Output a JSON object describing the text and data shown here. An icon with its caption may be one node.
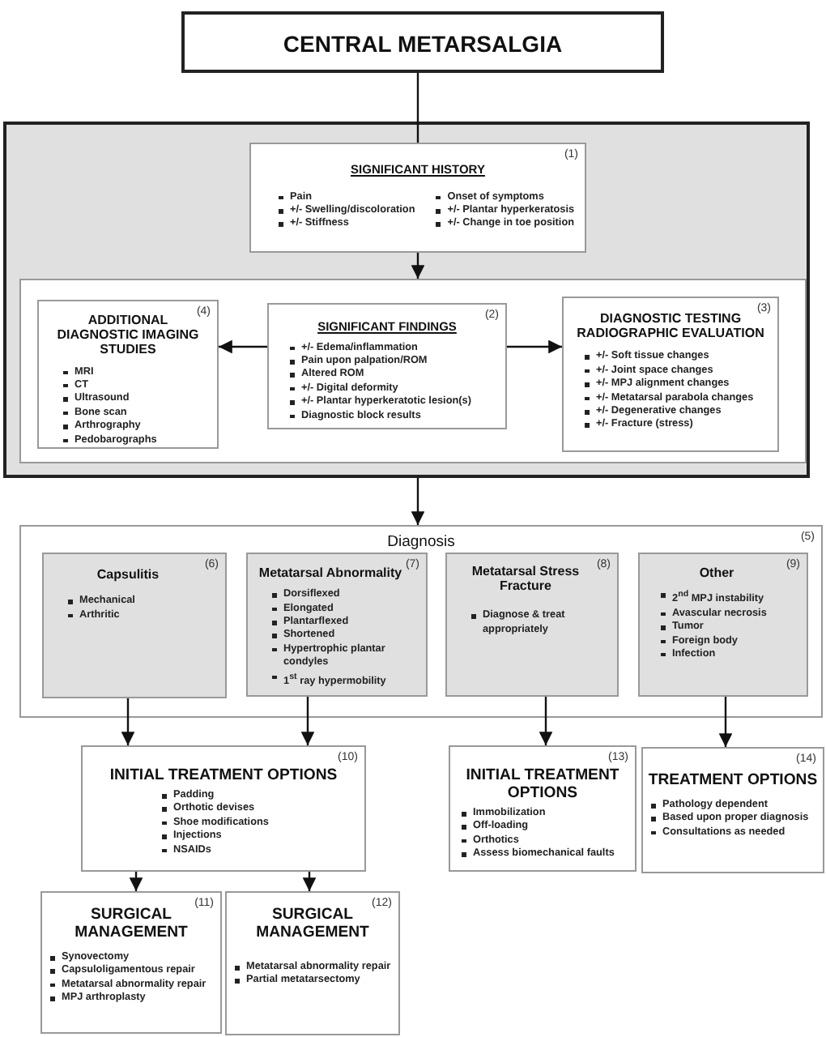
{
  "diagram": {
    "nodes": [
      {
        "text": [
          "CENTRAL METARSALGIA"
        ]
      },
      {
        "text": [],
        "shape": "box"
      },
      {
        "text": [
          "SIGNIFICANT HISTORY",
          "(1)",
          "Pain",
          "+/- Swelling/discoloration",
          "+/- Stiffness",
          "Onset of symptoms",
          "+/- Plantar hyperkeratosis",
          "+/- Change in toe position"
        ],
        "in": 1
      },
      {
        "text": [],
        "shape": "box",
        "in": 1
      },
      {
        "text": [
          "ADDITIONAL DIAGNOSTIC IMAGING STUDIES",
          "(4)",
          "MRI",
          "CT",
          "Ultrasound",
          "Bone scan",
          "Arthrography",
          "Pedobarographs"
        ],
        "in": 3
      },
      {
        "text": [
          "SIGNIFICANT FINDINGS",
          "(2)",
          "+/- Edema/inflammation",
          "Pain upon palpation/ROM",
          "Altered ROM",
          "+/- Digital deformity",
          "+/- Plantar hyperkeratotic lesion(s)",
          "Diagnostic block results"
        ],
        "in": 3
      },
      {
        "text": [
          "DIAGNOSTIC TESTING RADIOGRAPHIC EVALUATION",
          "(3)",
          "+/- Soft tissue changes",
          "+/- Joint space changes",
          "+/- MPJ alignment changes",
          "+/- Metatarsal parabola changes",
          "+/- Degenerative changes",
          "+/- Fracture (stress)"
        ],
        "in": 3
      },
      {
        "text": [
          "Diagnosis",
          "(5)"
        ]
      },
      {
        "text": [
          "Capsulitis",
          "(6)",
          "Mechanical",
          "Arthritic"
        ],
        "in": 7
      },
      {
        "text": [
          "Metatarsal Abnormality",
          "(7)",
          "Dorsiflexed",
          "Elongated",
          "Plantarflexed",
          "Shortened",
          "Hypertrophic plantar condyles",
          "1$^{st}$ ray hypermobility"
        ],
        "in": 7
      },
      {
        "text": [
          "Metatarsal Stress Fracture",
          "(8)",
          "Diagnose & treat appropriately"
        ],
        "in": 7
      },
      {
        "text": [
          "Other",
          "(9)",
          "2$^{nd}$ MPJ instability",
          "Avascular necrosis",
          "Tumor",
          "Foreign body",
          "Infection"
        ],
        "in": 7
      },
      {
        "text": [
          "INITIAL TREATMENT OPTIONS",
          "(10)",
          "Padding",
          "Orthotic devises",
          "Shoe modifications",
          "Injections",
          "NSAIDs"
        ]
      },
      {
        "text": [
          "SURGICAL MANAGEMENT",
          "(11)",
          "Synovectomy",
          "Capsuloligamentous repair",
          "Metatarsal abnormality repair",
          "MPJ arthroplasty"
        ]
      },
      {
        "text": [
          "SURGICAL MANAGEMENT",
          "(12)",
          "Metatarsal abnormality repair",
          "Partial metatarsectomy"
        ]
      },
      {
        "text": [
          "INITIAL TREATMENT OPTIONS",
          "(13)",
          "Immobilization",
          "Off-loading",
          "Orthotics",
          "Assess biomechanical faults"
        ]
      },
      {
        "text": [
          "TREATMENT OPTIONS",
          "(14)",
          "Pathology dependent",
          "Based upon proper diagnosis",
          "Consultations as needed"
        ]
      }
    ],
    "edges": [
      {
        "from": 0,
        "to": 2,
        "arrow": "none"
      },
      {
        "from": 2,
        "to": 3,
        "arrow": "to"
      },
      {
        "from": 5,
        "to": 4,
        "arrow": "to"
      },
      {
        "from": 5,
        "to": 6,
        "arrow": "to"
      },
      {
        "from": 1,
        "to": 7,
        "arrow": "to"
      },
      {
        "from": 8,
        "to": 12,
        "arrow": "to"
      },
      {
        "from": 9,
        "to": 12,
        "arrow": "to"
      },
      {
        "from": 10,
        "to": 15,
        "arrow": "to"
      },
      {
        "from": 11,
        "to": 16,
        "arrow": "to"
      },
      {
        "from": 12,
        "to": 13,
        "arrow": "to"
      },
      {
        "from": 12,
        "to": 14,
        "arrow": "to"
      }
    ]
  }
}
